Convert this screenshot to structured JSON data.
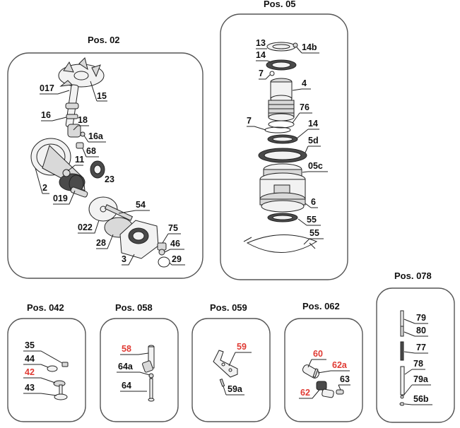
{
  "panels": {
    "pos02": {
      "title": "Pos. 02",
      "labels": [
        "017",
        "15",
        "16",
        "18",
        "16a",
        "68",
        "11",
        "23",
        "2",
        "019",
        "54",
        "022",
        "28",
        "75",
        "46",
        "3",
        "29"
      ]
    },
    "pos05": {
      "title": "Pos. 05",
      "labels": [
        "13",
        "14b",
        "14",
        "7",
        "4",
        "7",
        "76",
        "14",
        "5d",
        "05c",
        "6",
        "55",
        "55"
      ]
    },
    "pos042": {
      "title": "Pos. 042",
      "labels": [
        "35",
        "44",
        "42",
        "43"
      ]
    },
    "pos058": {
      "title": "Pos. 058",
      "labels": [
        "58",
        "64a",
        "64"
      ]
    },
    "pos059": {
      "title": "Pos. 059",
      "labels": [
        "59",
        "59a"
      ]
    },
    "pos062": {
      "title": "Pos. 062",
      "labels": [
        "60",
        "62a",
        "63",
        "62"
      ]
    },
    "pos078": {
      "title": "Pos. 078",
      "labels": [
        "79",
        "80",
        "77",
        "78",
        "79a",
        "56b"
      ]
    }
  },
  "colors": {
    "label": "#111111",
    "highlight": "#e03a33",
    "panel_border": "#555555"
  }
}
